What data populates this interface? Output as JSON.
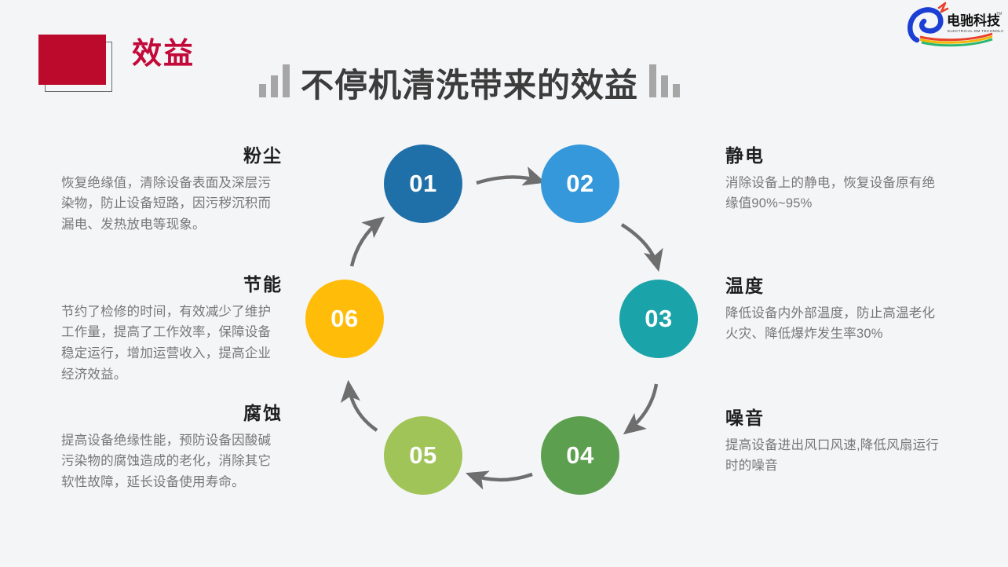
{
  "header": {
    "section_label": "效益",
    "title": "不停机清洗带来的效益",
    "decor_left": "bar-chart-ascending",
    "decor_right": "bar-chart-descending",
    "badge_color": "#bb0a2c",
    "label_color": "#c2093a",
    "title_color": "#3c3c3c"
  },
  "logo": {
    "brand_cn": "电驰科技",
    "brand_en": "ELECTRICAL DM TECHNOLOGY",
    "trademark": "TM",
    "mark_color": "#1b3fd4"
  },
  "diagram": {
    "type": "cycle",
    "arrow_color": "#6e6e6e",
    "nodes": [
      {
        "number": "01",
        "color": "#1f70a9",
        "topic": "粉尘"
      },
      {
        "number": "02",
        "color": "#3498db",
        "topic": "静电"
      },
      {
        "number": "03",
        "color": "#1aa3a8",
        "topic": "温度"
      },
      {
        "number": "04",
        "color": "#5ca04f",
        "topic": "噪音"
      },
      {
        "number": "05",
        "color": "#a0c457",
        "topic": "腐蚀"
      },
      {
        "number": "06",
        "color": "#ffbc09",
        "topic": "节能"
      }
    ]
  },
  "blocks": {
    "left": [
      {
        "heading": "粉尘",
        "body": "恢复绝缘值，清除设备表面及深层污染物，防止设备短路，因污秽沉积而漏电、发热放电等现象。"
      },
      {
        "heading": "节能",
        "body": "节约了检修的时间，有效减少了维护工作量，提高了工作效率，保障设备稳定运行，增加运营收入，提高企业经济效益。"
      },
      {
        "heading": "腐蚀",
        "body": "提高设备绝缘性能，预防设备因酸碱污染物的腐蚀造成的老化，消除其它软性故障，延长设备使用寿命。"
      }
    ],
    "right": [
      {
        "heading": "静电",
        "body": "消除设备上的静电，恢复设备原有绝缘值90%~95%"
      },
      {
        "heading": "温度",
        "body": "降低设备内外部温度，防止高温老化火灾、降低爆炸发生率30%"
      },
      {
        "heading": "噪音",
        "body": "提高设备进出风口风速,降低风扇运行时的噪音"
      }
    ]
  }
}
